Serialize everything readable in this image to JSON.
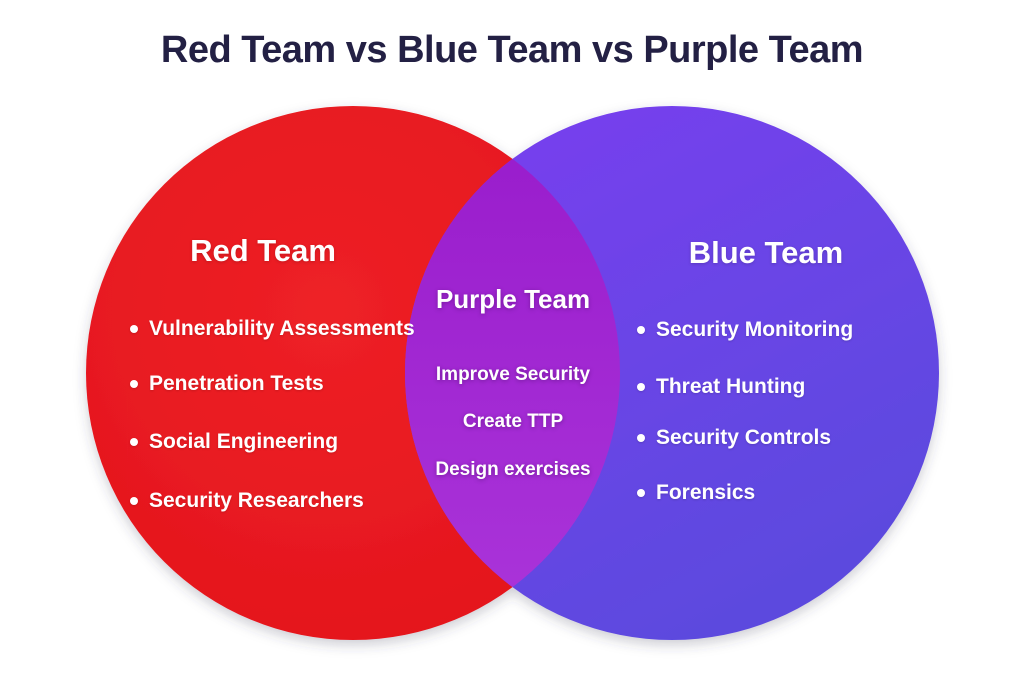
{
  "title": "Red Team vs Blue Team vs Purple Team",
  "colors": {
    "background": "#ffffff",
    "title_text": "#232044",
    "red_circle": "#e7181e",
    "blue_circle": "#6a44e6",
    "purple_overlap": "#9d27d2",
    "item_text": "#ffffff"
  },
  "venn": {
    "red": {
      "label": "Red Team",
      "items": [
        "Vulnerability Assessments",
        "Penetration Tests",
        "Social Engineering",
        "Security Researchers"
      ]
    },
    "blue": {
      "label": "Blue Team",
      "items": [
        "Security Monitoring",
        "Threat Hunting",
        "Security Controls",
        "Forensics"
      ]
    },
    "purple": {
      "label": "Purple Team",
      "items": [
        "Improve Security",
        "Create TTP",
        "Design exercises"
      ]
    }
  }
}
